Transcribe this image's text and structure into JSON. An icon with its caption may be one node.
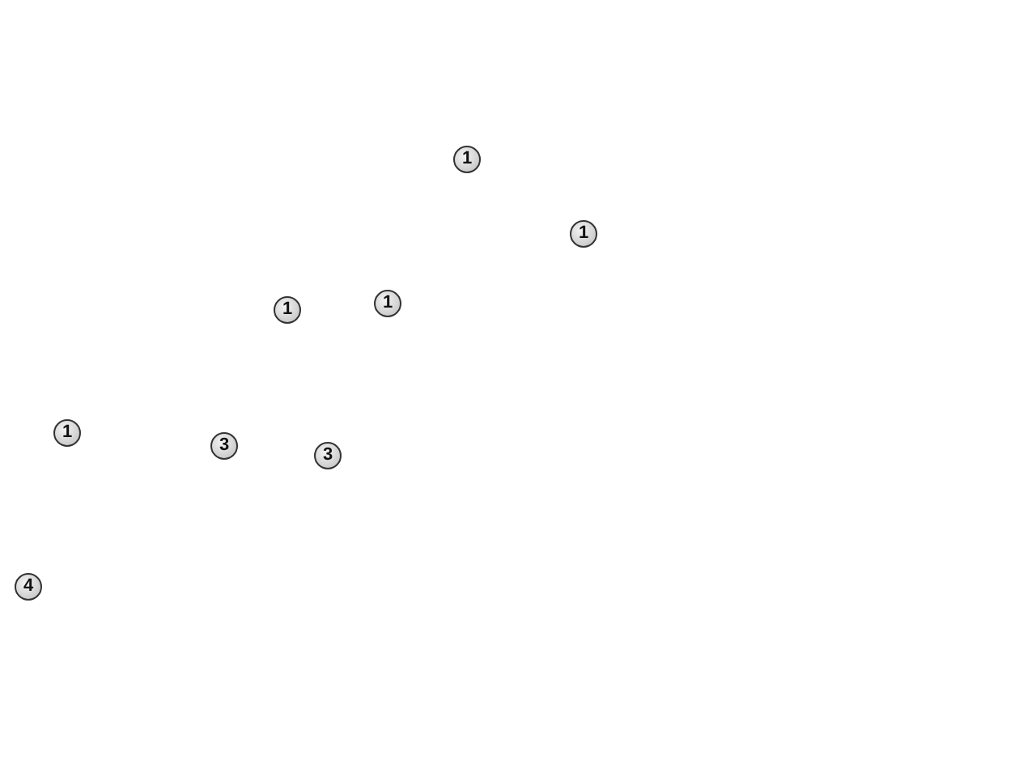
{
  "diagram": {
    "labels": [
      "1",
      "1",
      "1",
      "1",
      "1",
      "3",
      "3",
      "4"
    ]
  }
}
